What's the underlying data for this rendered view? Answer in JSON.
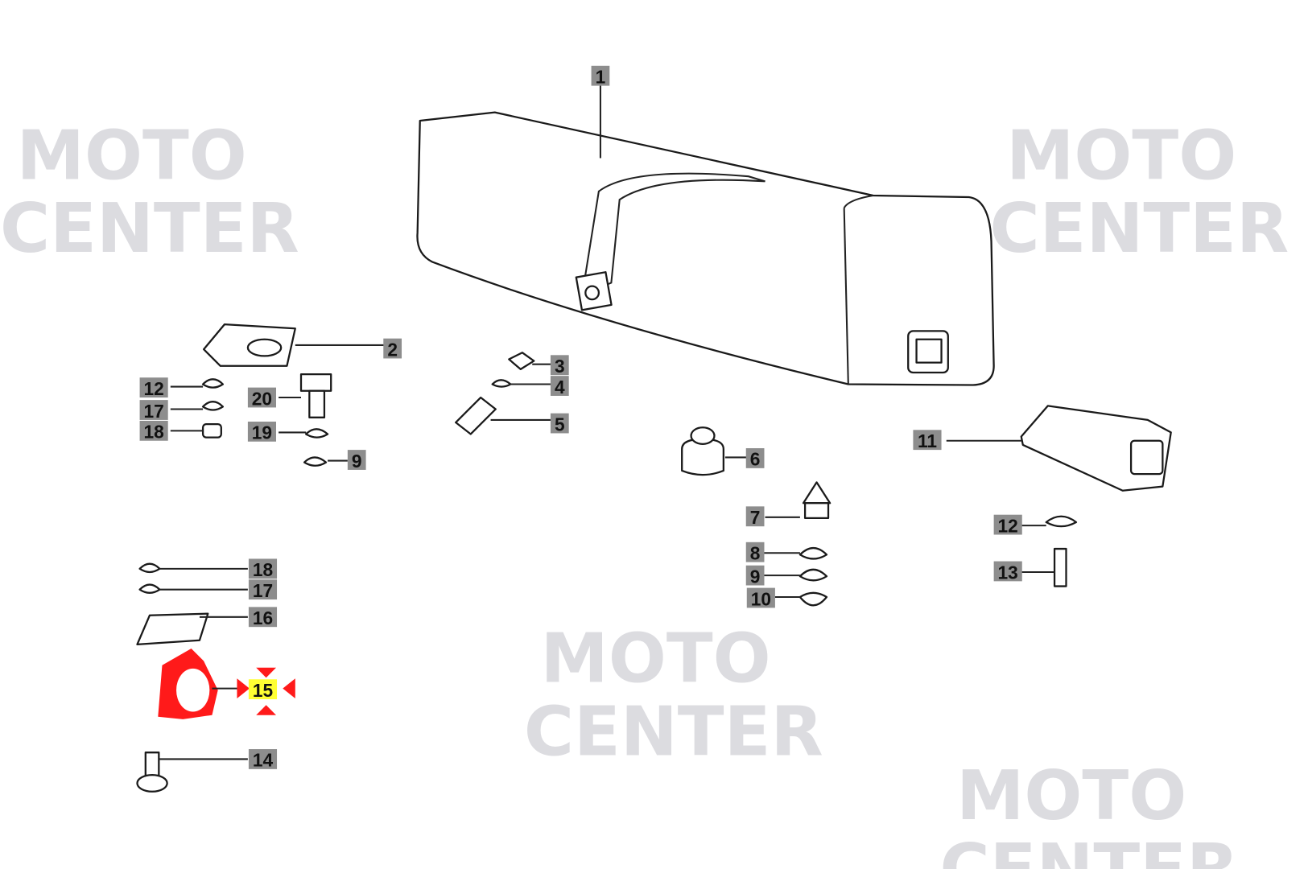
{
  "watermark": {
    "line1": "MOTO",
    "line2": "CENTER"
  },
  "highlight_color": "#ff0000",
  "highlight_label_bg": "#ffff33",
  "selected_part": "15",
  "callouts": [
    "1",
    "2",
    "3",
    "4",
    "5",
    "6",
    "7",
    "8",
    "9",
    "10",
    "11",
    "12",
    "13",
    "12",
    "17",
    "18",
    "20",
    "19",
    "9",
    "18",
    "17",
    "16",
    "15",
    "14"
  ]
}
